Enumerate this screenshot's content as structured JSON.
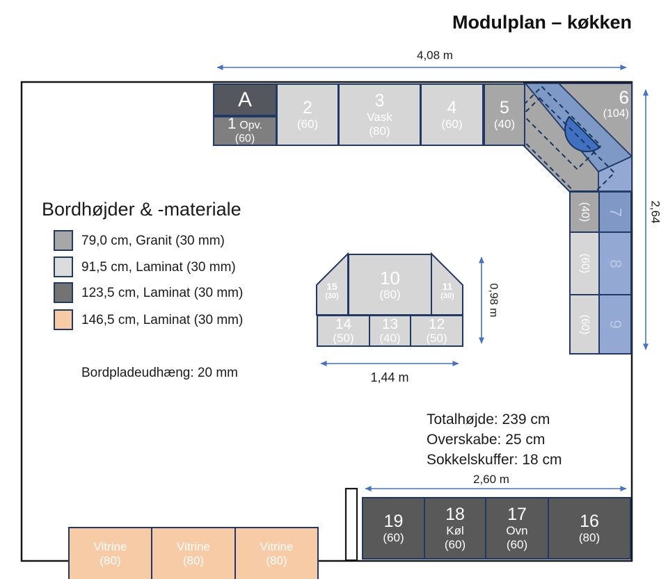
{
  "title": "Modulplan – køkken",
  "dimensions": {
    "top_width": "4,08 m",
    "right_height": "2,64",
    "island_width": "1,44 m",
    "island_depth": "0,98 m",
    "bottom_width": "2,60 m"
  },
  "legend": {
    "heading": "Bordhøjder & -materiale",
    "items": [
      {
        "label": "79,0 cm, Granit (30 mm)",
        "color": "#a7a7a7"
      },
      {
        "label": "91,5 cm, Laminat (30 mm)",
        "color": "#dcdcdc"
      },
      {
        "label": "123,5 cm, Laminat (30 mm)",
        "color": "#737373"
      },
      {
        "label": "146,5 cm, Laminat (30 mm)",
        "color": "#f7cba6"
      }
    ],
    "note": "Bordpladeudhæng: 20 mm"
  },
  "annotations": [
    "Totalhøjde: 239 cm",
    "Overskabe: 25 cm",
    "Sokkelskuffer: 18 cm"
  ],
  "modules": {
    "a": {
      "num": "A"
    },
    "m1": {
      "num": "1",
      "name": "Opv.",
      "size": "(60)"
    },
    "m2": {
      "num": "2",
      "size": "(60)"
    },
    "m3": {
      "num": "3",
      "name": "Vask",
      "size": "(80)"
    },
    "m4": {
      "num": "4",
      "size": "(60)"
    },
    "m5": {
      "num": "5",
      "size": "(40)"
    },
    "m6": {
      "num": "6",
      "size": "(104)"
    },
    "m7": {
      "num": "7",
      "size": "(40)"
    },
    "m8": {
      "num": "8",
      "size": "(60)"
    },
    "m9": {
      "num": "9",
      "size": "(60)"
    },
    "m10": {
      "num": "10",
      "size": "(80)"
    },
    "m11": {
      "num": "11",
      "size": "(30)"
    },
    "m12": {
      "num": "12",
      "size": "(50)"
    },
    "m13": {
      "num": "13",
      "size": "(40)"
    },
    "m14": {
      "num": "14",
      "size": "(50)"
    },
    "m15": {
      "num": "15",
      "size": "(30)"
    },
    "m16": {
      "num": "16",
      "size": "(80)"
    },
    "m17": {
      "num": "17",
      "name": "Ovn",
      "size": "(60)"
    },
    "m18": {
      "num": "18",
      "name": "Køl",
      "size": "(60)"
    },
    "m19": {
      "num": "19",
      "size": "(60)"
    }
  },
  "vitrines": [
    {
      "name": "Vitrine",
      "size": "(80)"
    },
    {
      "name": "Vitrine",
      "size": "(80)"
    },
    {
      "name": "Vitrine",
      "size": "(80)"
    }
  ],
  "colors": {
    "border_navy": "#1f3864",
    "wall_black": "#151515",
    "laminat_light": "#d6d6d6",
    "granit_gray": "#a7a7a7",
    "dark_gray": "#595959",
    "mid_gray": "#7f7f7f",
    "peach": "#f7cba6",
    "blue_front": "#93a8d2",
    "blue_band": "#7e99c6",
    "sink_blue": "#4170c0",
    "arrow_blue": "#4472c4"
  }
}
